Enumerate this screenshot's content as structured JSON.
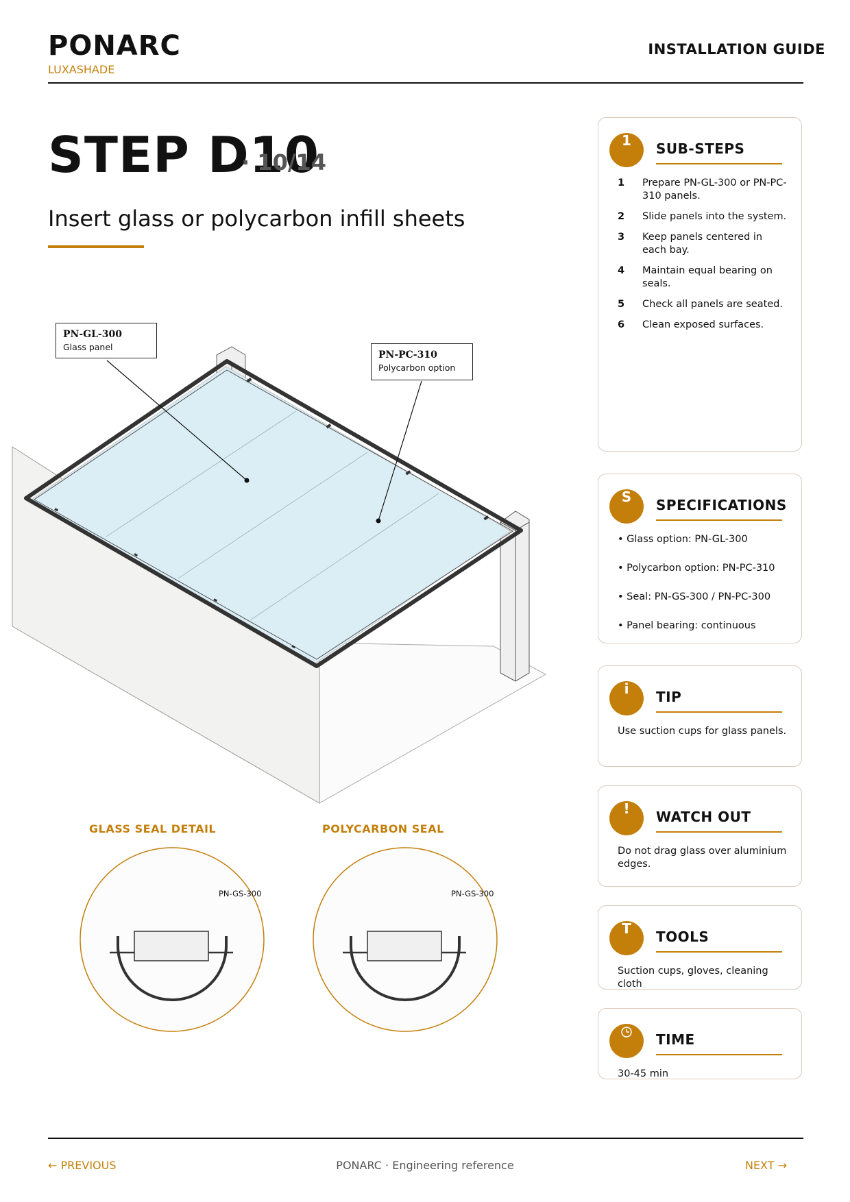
{
  "header": {
    "brand": "PONARC",
    "brand_sub": "LUXASHADE",
    "doc_type": "INSTALLATION GUIDE"
  },
  "step": {
    "title": "STEP D10",
    "count": "· 10/14",
    "subtitle": "Insert glass or polycarbon infill sheets"
  },
  "illustration": {
    "callouts": [
      {
        "code": "PN-GL-300",
        "desc": "Glass panel"
      },
      {
        "code": "PN-PC-310",
        "desc": "Polycarbon option"
      }
    ],
    "details": [
      {
        "title": "GLASS SEAL DETAIL",
        "label": "PN-GS-300"
      },
      {
        "title": "POLYCARBON SEAL",
        "label": "PN-GS-300"
      }
    ]
  },
  "cards": {
    "substeps": {
      "badge": "1",
      "title": "SUB-STEPS",
      "items": [
        {
          "n": "1",
          "text": "Prepare PN-GL-300 or PN-PC-310 panels."
        },
        {
          "n": "2",
          "text": "Slide panels into the system."
        },
        {
          "n": "3",
          "text": "Keep panels centered in each bay."
        },
        {
          "n": "4",
          "text": "Maintain equal bearing on seals."
        },
        {
          "n": "5",
          "text": "Check all panels are seated."
        },
        {
          "n": "6",
          "text": "Clean exposed surfaces."
        }
      ]
    },
    "specs": {
      "badge": "S",
      "title": "SPECIFICATIONS",
      "items": [
        "• Glass option: PN-GL-300",
        "• Polycarbon option: PN-PC-310",
        "• Seal: PN-GS-300 / PN-PC-300",
        "• Panel bearing: continuous"
      ]
    },
    "tip": {
      "badge": "i",
      "title": "TIP",
      "text": "Use suction cups for glass panels."
    },
    "watch": {
      "badge": "!",
      "title": "WATCH OUT",
      "text": "Do not drag glass over aluminium edges."
    },
    "tools": {
      "badge": "T",
      "title": "TOOLS",
      "text": "Suction cups, gloves, cleaning cloth"
    },
    "time": {
      "badge": "clock-icon",
      "title": "TIME",
      "text": "30-45 min"
    }
  },
  "footer": {
    "prev": "←  PREVIOUS",
    "center": "PONARC · Engineering reference",
    "next": "NEXT  →"
  },
  "colors": {
    "accent": "#c47f0a",
    "panel": "#dbeef5",
    "frame": "#333333"
  }
}
